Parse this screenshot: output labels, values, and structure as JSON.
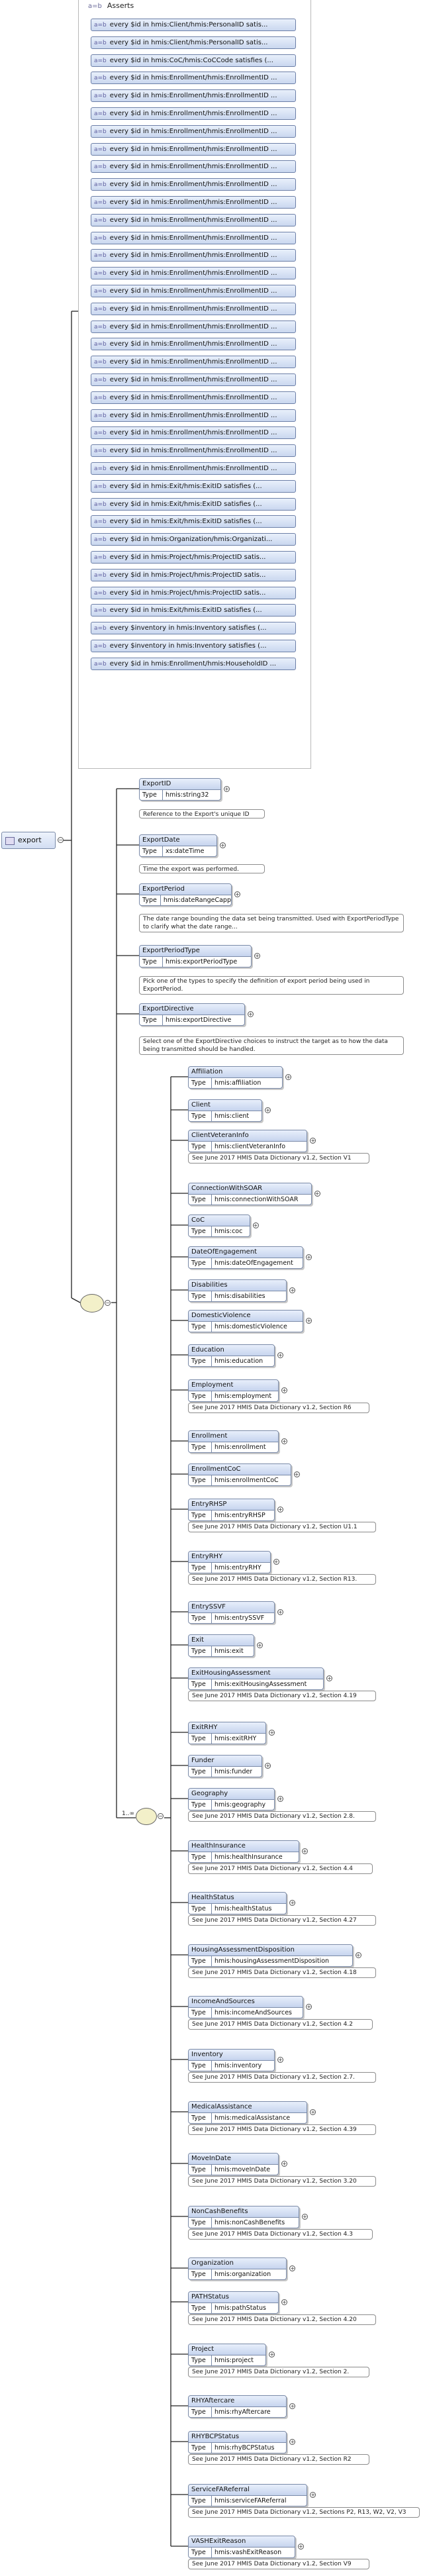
{
  "asserts": {
    "icon": "a=b",
    "title": "Asserts",
    "items": [
      "every $id in hmis:Client/hmis:PersonalID satis...",
      "every $id in hmis:Client/hmis:PersonalID satis...",
      "every $id in hmis:CoC/hmis:CoCCode satisfies (...",
      "every $id in hmis:Enrollment/hmis:EnrollmentID ...",
      "every $id in hmis:Enrollment/hmis:EnrollmentID ...",
      "every $id in hmis:Enrollment/hmis:EnrollmentID ...",
      "every $id in hmis:Enrollment/hmis:EnrollmentID ...",
      "every $id in hmis:Enrollment/hmis:EnrollmentID ...",
      "every $id in hmis:Enrollment/hmis:EnrollmentID ...",
      "every $id in hmis:Enrollment/hmis:EnrollmentID ...",
      "every $id in hmis:Enrollment/hmis:EnrollmentID ...",
      "every $id in hmis:Enrollment/hmis:EnrollmentID ...",
      "every $id in hmis:Enrollment/hmis:EnrollmentID ...",
      "every $id in hmis:Enrollment/hmis:EnrollmentID ...",
      "every $id in hmis:Enrollment/hmis:EnrollmentID ...",
      "every $id in hmis:Enrollment/hmis:EnrollmentID ...",
      "every $id in hmis:Enrollment/hmis:EnrollmentID ...",
      "every $id in hmis:Enrollment/hmis:EnrollmentID ...",
      "every $id in hmis:Enrollment/hmis:EnrollmentID ...",
      "every $id in hmis:Enrollment/hmis:EnrollmentID ...",
      "every $id in hmis:Enrollment/hmis:EnrollmentID ...",
      "every $id in hmis:Enrollment/hmis:EnrollmentID ...",
      "every $id in hmis:Enrollment/hmis:EnrollmentID ...",
      "every $id in hmis:Enrollment/hmis:EnrollmentID ...",
      "every $id in hmis:Enrollment/hmis:EnrollmentID ...",
      "every $id in hmis:Enrollment/hmis:EnrollmentID ...",
      "every $id in hmis:Exit/hmis:ExitID satisfies (...",
      "every $id in hmis:Exit/hmis:ExitID satisfies (...",
      "every $id in hmis:Exit/hmis:ExitID satisfies (...",
      "every $id in hmis:Organization/hmis:Organizati...",
      "every $id in hmis:Project/hmis:ProjectID satis...",
      "every $id in hmis:Project/hmis:ProjectID satis...",
      "every $id in hmis:Project/hmis:ProjectID satis...",
      "every $id in hmis:Exit/hmis:ExitID satisfies (...",
      "every $inventory in hmis:Inventory satisfies (...",
      "every $inventory in hmis:Inventory satisfies (...",
      "every $id in hmis:Enrollment/hmis:HouseholdID ..."
    ]
  },
  "root": {
    "name": "export"
  },
  "type_label": "Type",
  "seq_children": [
    {
      "name": "ExportID",
      "type": "hmis:string32",
      "doc": "Reference to the Export's unique ID"
    },
    {
      "name": "ExportDate",
      "type": "xs:dateTime",
      "doc": "Time the export was performed."
    },
    {
      "name": "ExportPeriod",
      "type": "hmis:dateRangeCapped",
      "doc": "The date range bounding the data set being transmitted. Used with ExportPeriodType to clarify what the date range..."
    },
    {
      "name": "ExportPeriodType",
      "type": "hmis:exportPeriodType",
      "doc": "Pick one of the types to specify the definition of export period being used in ExportPeriod."
    },
    {
      "name": "ExportDirective",
      "type": "hmis:exportDirective",
      "doc": "Select one of the ExportDirective choices to instruct the target as to how the data being transmitted should be handled."
    }
  ],
  "choice_occurrence": "1..∞",
  "choice_children": [
    {
      "name": "Affiliation",
      "type": "hmis:affiliation",
      "doc": ""
    },
    {
      "name": "Client",
      "type": "hmis:client",
      "doc": ""
    },
    {
      "name": "ClientVeteranInfo",
      "type": "hmis:clientVeteranInfo",
      "doc": "See June 2017 HMIS Data Dictionary v1.2, Section V1"
    },
    {
      "name": "ConnectionWithSOAR",
      "type": "hmis:connectionWithSOAR",
      "doc": ""
    },
    {
      "name": "CoC",
      "type": "hmis:coc",
      "doc": ""
    },
    {
      "name": "DateOfEngagement",
      "type": "hmis:dateOfEngagement",
      "doc": ""
    },
    {
      "name": "Disabilities",
      "type": "hmis:disabilities",
      "doc": ""
    },
    {
      "name": "DomesticViolence",
      "type": "hmis:domesticViolence",
      "doc": ""
    },
    {
      "name": "Education",
      "type": "hmis:education",
      "doc": ""
    },
    {
      "name": "Employment",
      "type": "hmis:employment",
      "doc": "See June 2017 HMIS Data Dictionary v1.2, Section R6"
    },
    {
      "name": "Enrollment",
      "type": "hmis:enrollment",
      "doc": ""
    },
    {
      "name": "EnrollmentCoC",
      "type": "hmis:enrollmentCoC",
      "doc": ""
    },
    {
      "name": "EntryRHSP",
      "type": "hmis:entryRHSP",
      "doc": "See June 2017 HMIS Data Dictionary v1.2, Section U1.1"
    },
    {
      "name": "EntryRHY",
      "type": "hmis:entryRHY",
      "doc": "See June 2017 HMIS Data Dictionary v1.2, Section R13."
    },
    {
      "name": "EntrySSVF",
      "type": "hmis:entrySSVF",
      "doc": ""
    },
    {
      "name": "Exit",
      "type": "hmis:exit",
      "doc": ""
    },
    {
      "name": "ExitHousingAssessment",
      "type": "hmis:exitHousingAssessment",
      "doc": "See June 2017 HMIS Data Dictionary v1.2, Section 4.19"
    },
    {
      "name": "ExitRHY",
      "type": "hmis:exitRHY",
      "doc": ""
    },
    {
      "name": "Funder",
      "type": "hmis:funder",
      "doc": ""
    },
    {
      "name": "Geography",
      "type": "hmis:geography",
      "doc": "See June 2017 HMIS Data Dictionary v1.2, Section 2.8."
    },
    {
      "name": "HealthInsurance",
      "type": "hmis:healthInsurance",
      "doc": "See June 2017 HMIS Data Dictionary v1.2, Section 4.4"
    },
    {
      "name": "HealthStatus",
      "type": "hmis:healthStatus",
      "doc": "See June 2017 HMIS Data Dictionary v1.2, Section 4.27"
    },
    {
      "name": "HousingAssessmentDisposition",
      "type": "hmis:housingAssessmentDisposition",
      "doc": "See June 2017 HMIS Data Dictionary v1.2, Section 4.18"
    },
    {
      "name": "IncomeAndSources",
      "type": "hmis:incomeAndSources",
      "doc": "See June 2017 HMIS Data Dictionary v1.2, Section 4.2"
    },
    {
      "name": "Inventory",
      "type": "hmis:inventory",
      "doc": "See June 2017 HMIS Data Dictionary v1.2, Section 2.7."
    },
    {
      "name": "MedicalAssistance",
      "type": "hmis:medicalAssistance",
      "doc": "See June 2017 HMIS Data Dictionary v1.2, Section 4.39"
    },
    {
      "name": "MoveInDate",
      "type": "hmis:moveInDate",
      "doc": "See June 2017 HMIS Data Dictionary v1.2, Section 3.20"
    },
    {
      "name": "NonCashBenefits",
      "type": "hmis:nonCashBenefits",
      "doc": "See June 2017 HMIS Data Dictionary v1.2, Section 4.3"
    },
    {
      "name": "Organization",
      "type": "hmis:organization",
      "doc": ""
    },
    {
      "name": "PATHStatus",
      "type": "hmis:pathStatus",
      "doc": "See June 2017 HMIS Data Dictionary v1.2, Section 4.20"
    },
    {
      "name": "Project",
      "type": "hmis:project",
      "doc": "See June 2017 HMIS Data Dictionary v1.2, Section 2."
    },
    {
      "name": "RHYAftercare",
      "type": "hmis:rhyAftercare",
      "doc": ""
    },
    {
      "name": "RHYBCPStatus",
      "type": "hmis:rhyBCPStatus",
      "doc": "See June 2017 HMIS Data Dictionary v1.2, Section R2"
    },
    {
      "name": "ServiceFAReferral",
      "type": "hmis:serviceFAReferral",
      "doc": "See June 2017 HMIS Data Dictionary v1.2, Sections P2, R13, W2, V2, V3"
    },
    {
      "name": "VASHExitReason",
      "type": "hmis:vashExitReason",
      "doc": "See June 2017 HMIS Data Dictionary v1.2, Section V9"
    }
  ]
}
